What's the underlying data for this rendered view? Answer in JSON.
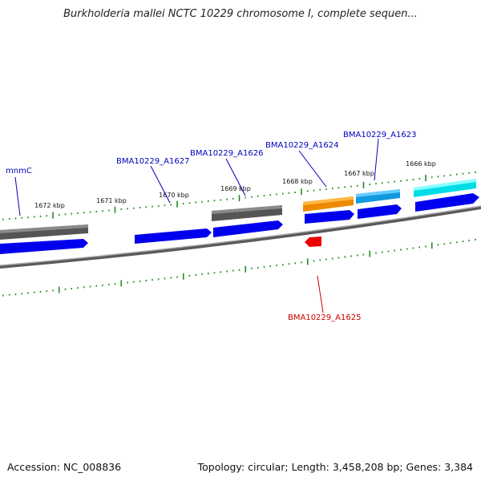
{
  "header": {
    "title": "Burkholderia mallei NCTC 10229 chromosome I, complete sequen..."
  },
  "footer": {
    "accession": "Accession: NC_008836",
    "summary": "Topology: circular; Length: 3,458,208 bp; Genes: 3,384"
  },
  "colors": {
    "forward_gene": "#0000ee",
    "reverse_gene": "#ee0000",
    "gray_gene": "#666666",
    "orange_gene": "#ff9900",
    "lightblue_gene": "#22aaee",
    "cyan_gene": "#00e5ee",
    "tick": "#228b22",
    "backbone": "#888888",
    "label_blue": "#0000bb",
    "label_red": "#cc0000"
  },
  "ticks": {
    "labels": [
      "1672 kbp",
      "1671 kbp",
      "1670 kbp",
      "1669 kbp",
      "1668 kbp",
      "1667 kbp",
      "1666 kbp"
    ]
  },
  "genes": {
    "labels": {
      "mnmC": "mnmC",
      "a1627": "BMA10229_A1627",
      "a1626": "BMA10229_A1626",
      "a1624": "BMA10229_A1624",
      "a1623": "BMA10229_A1623",
      "a1625": "BMA10229_A1625"
    }
  }
}
